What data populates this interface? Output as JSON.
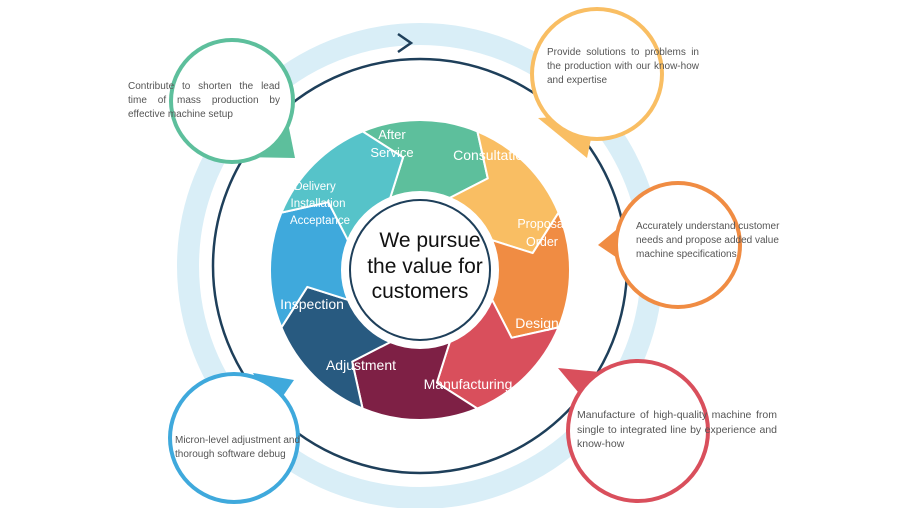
{
  "center": {
    "lines": [
      "We pursue",
      "the value for",
      "customers"
    ]
  },
  "cycle": [
    {
      "id": "after-service",
      "lines": [
        "After",
        "Service"
      ],
      "color": "#5DBF9C"
    },
    {
      "id": "consultation",
      "lines": [
        "Consultation"
      ],
      "color": "#F9BE63"
    },
    {
      "id": "proposal-order",
      "lines": [
        "Proposal",
        "Order"
      ],
      "color": "#F08C43"
    },
    {
      "id": "design",
      "lines": [
        "Design"
      ],
      "color": "#D94F5C"
    },
    {
      "id": "manufacturing",
      "lines": [
        "Manufacturing"
      ],
      "color": "#7E2045"
    },
    {
      "id": "adjustment",
      "lines": [
        "Adjustment"
      ],
      "color": "#285A80"
    },
    {
      "id": "inspection",
      "lines": [
        "Inspection"
      ],
      "color": "#3FA9DC"
    },
    {
      "id": "delivery",
      "lines": [
        "Delivery",
        "Installation",
        "Acceptance"
      ],
      "color": "#56C3C9"
    }
  ],
  "callouts": {
    "after_service": {
      "text": "Contribute to shorten the lead time of mass production by effective machine setup",
      "color": "#5DBF9C"
    },
    "consultation": {
      "text": "Provide solutions to problems in the production with our know-how and expertise",
      "color": "#F9BE63"
    },
    "proposal": {
      "text": "Accurately understand customer needs and propose added value machine specifications",
      "color": "#F08C43"
    },
    "manufacturing": {
      "text": "Manufacture of high-quality machine from single to integrated line by experience and know-how",
      "color": "#D94F5C"
    },
    "adjustment": {
      "text": "Micron-level adjustment and thorough software debug",
      "color": "#3FA9DC"
    }
  },
  "colors": {
    "ring_light": "#D9EEF7",
    "cycle_arrow": "#1E3F5A"
  }
}
